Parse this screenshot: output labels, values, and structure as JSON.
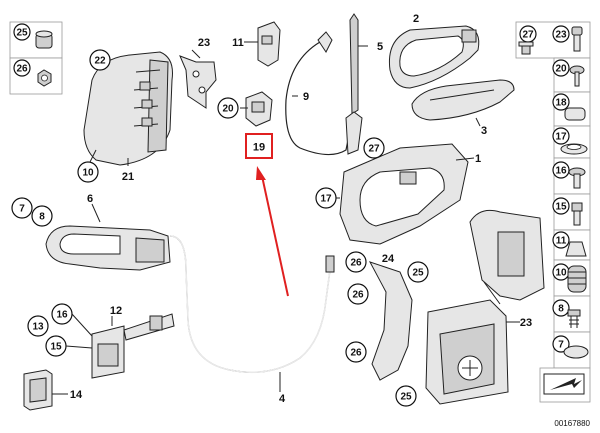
{
  "diagram": {
    "drawing_number": "00167880",
    "highlighted_part": "19",
    "highlight_color": "#e02020",
    "callouts": {
      "c1": "1",
      "c2": "2",
      "c3": "3",
      "c4": "4",
      "c5": "5",
      "c6": "6",
      "c7": "7",
      "c8": "8",
      "c9": "9",
      "c10": "10",
      "c11": "11",
      "c12": "12",
      "c13": "13",
      "c14": "14",
      "c15": "15",
      "c16": "16",
      "c17": "17",
      "c19": "19",
      "c20": "20",
      "c21": "21",
      "c22": "22",
      "c23": "23",
      "c23b": "23",
      "c24": "24",
      "c25": "25",
      "c25b": "25",
      "c26a": "26",
      "c26b": "26",
      "c26c": "26",
      "c27": "27"
    },
    "sidebar": [
      {
        "left": "25",
        "right": ""
      },
      {
        "left": "26",
        "right": ""
      },
      {
        "left": "27",
        "right": "23"
      },
      {
        "left": "",
        "right": "20"
      },
      {
        "left": "",
        "right": "18"
      },
      {
        "left": "",
        "right": "17"
      },
      {
        "left": "",
        "right": "16"
      },
      {
        "left": "",
        "right": "15"
      },
      {
        "left": "",
        "right": "11"
      },
      {
        "left": "",
        "right": "10"
      },
      {
        "left": "",
        "right": "8"
      },
      {
        "left": "",
        "right": "7"
      }
    ]
  }
}
